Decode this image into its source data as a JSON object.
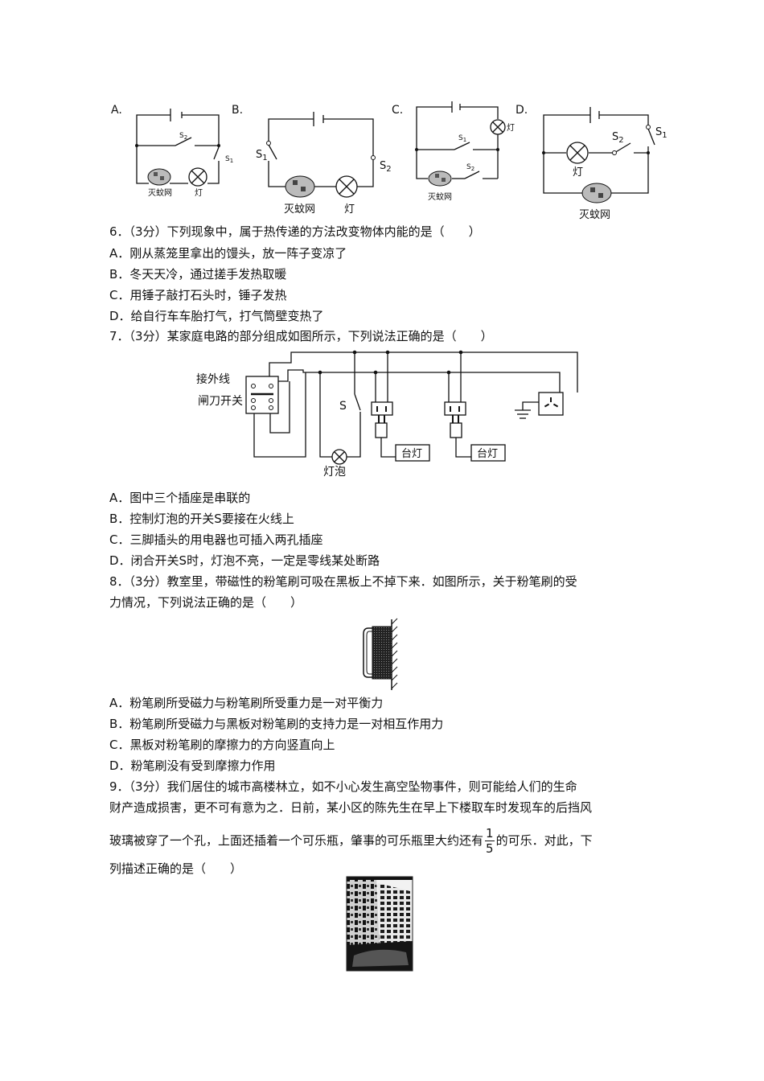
{
  "q5": {
    "options": [
      "A.",
      "B.",
      "C.",
      "D."
    ],
    "diagram_labels": {
      "mosquito_net": "灭蚊网",
      "lamp": "灯",
      "s1": "S",
      "s2": "S",
      "sub1": "1",
      "sub2": "2"
    }
  },
  "q6": {
    "stem": "6．（3分）下列现象中，属于热传递的方法改变物体内能的是（　　）",
    "choices": [
      "A．刚从蒸笼里拿出的馒头，放一阵子变凉了",
      "B．冬天天冷，通过搓手发热取暖",
      "C．用锤子敲打石头时，锤子发热",
      "D．给自行车车胎打气，打气筒壁变热了"
    ]
  },
  "q7": {
    "stem": "7．（3分）某家庭电路的部分组成如图所示，下列说法正确的是（　　）",
    "diagram_labels": {
      "external": "接外线",
      "knife_switch": "闸刀开关",
      "switch": "S",
      "bulb": "灯泡",
      "desk_lamp": "台灯"
    },
    "choices": [
      "A．图中三个插座是串联的",
      "B．控制灯泡的开关S要接在火线上",
      "C．三脚插头的用电器也可插入两孔插座",
      "D．闭合开关S时，灯泡不亮，一定是零线某处断路"
    ]
  },
  "q8": {
    "stem_line1": "8．（3分）教室里，带磁性的粉笔刷可吸在黑板上不掉下来．如图所示，关于粉笔刷的受",
    "stem_line2": "力情况，下列说法正确的是（　　）",
    "choices": [
      "A．粉笔刷所受磁力与粉笔刷所受重力是一对平衡力",
      "B．粉笔刷所受磁力与黑板对粉笔刷的支持力是一对相互作用力",
      "C．黑板对粉笔刷的摩擦力的方向竖直向上",
      "D．粉笔刷没有受到摩擦力作用"
    ]
  },
  "q9": {
    "stem_line1": "9．（3分）我们居住的城市高楼林立，如不小心发生高空坠物事件，则可能给人们的生命",
    "stem_line2": "财产造成损害，更不可有意为之．日前，某小区的陈先生在早上下楼取车时发现车的后挡风",
    "stem_line3_pre": "玻璃被穿了一个孔，上面还插着一个可乐瓶，肇事的可乐瓶里大约还有",
    "fraction_num": "1",
    "fraction_den": "5",
    "stem_line3_post": "的可乐．对此，下",
    "stem_line4": "列描述正确的是（　　）"
  }
}
